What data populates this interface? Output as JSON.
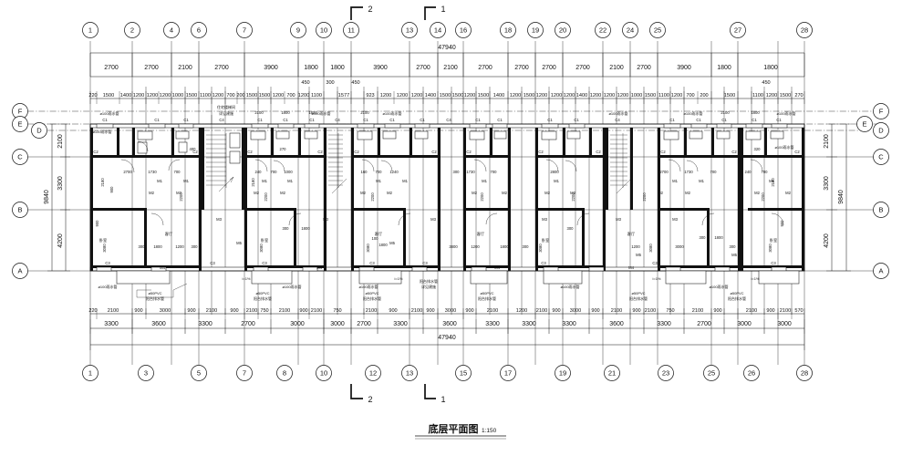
{
  "drawing": {
    "title": "底层平面图",
    "scale": "1:150",
    "overall_length": "47940",
    "overall_depth": "9840"
  },
  "grids": {
    "top_labels": [
      "1",
      "2",
      "4",
      "6",
      "7",
      "9",
      "10",
      "11",
      "13",
      "14",
      "16",
      "18",
      "19",
      "20",
      "22",
      "24",
      "25",
      "27",
      "28"
    ],
    "bottom_labels": [
      "1",
      "3",
      "5",
      "7",
      "8",
      "10",
      "12",
      "13",
      "15",
      "17",
      "19",
      "21",
      "23",
      "25",
      "26",
      "28"
    ],
    "left_labels": [
      "F",
      "E",
      "D",
      "C",
      "B",
      "A"
    ],
    "right_labels": [
      "F",
      "E",
      "D",
      "C",
      "B",
      "A"
    ]
  },
  "dimensions": {
    "top_row_major": [
      "2700",
      "2700",
      "2100",
      "2700",
      "3900",
      "1800",
      "1800",
      "3900",
      "2700",
      "2100",
      "2700",
      "2700",
      "2700",
      "2700",
      "2100",
      "2700",
      "3900",
      "1800"
    ],
    "top_row_offsets": [
      "450",
      "300",
      "450",
      "450"
    ],
    "top_row_detail": [
      "220",
      "1500",
      "1400",
      "1200",
      "1200",
      "1200",
      "1000",
      "1500",
      "1100",
      "1200",
      "700",
      "200",
      "1500",
      "1500",
      "1200",
      "700",
      "1200",
      "1100",
      "1577",
      "923",
      "1200",
      "1200",
      "1200",
      "1400",
      "1500",
      "1500",
      "1200",
      "1500",
      "1400",
      "1200",
      "1200",
      "1200",
      "1000",
      "1500",
      "1100",
      "1200",
      "700",
      "200",
      "1500",
      "270"
    ],
    "bottom_row_detail": [
      "220",
      "2100",
      "900",
      "3000",
      "900",
      "2100",
      "900",
      "2100",
      "750",
      "2100",
      "900",
      "2100",
      "750",
      "2100",
      "900",
      "2100",
      "900",
      "3000",
      "900",
      "2100",
      "1200",
      "2100",
      "900",
      "3000",
      "900",
      "2100",
      "900",
      "2100",
      "750",
      "2100",
      "570"
    ],
    "bottom_row_major": [
      "3300",
      "3600",
      "3300",
      "2700",
      "3000",
      "3600",
      "3300",
      "3300",
      "3600",
      "3300",
      "3300",
      "2700",
      "3000"
    ],
    "left_col": [
      "2100",
      "3300",
      "4200"
    ],
    "left_total": "9840",
    "right_col": [
      "2100",
      "3300",
      "4200"
    ],
    "right_total": "9840",
    "interior_samples": [
      "2180",
      "2700",
      "1730",
      "700",
      "2400",
      "2200",
      "900",
      "3080",
      "1800",
      "1200",
      "300",
      "300",
      "270",
      "320",
      "1500",
      "100",
      "2100",
      "1800",
      "1577"
    ]
  },
  "annotations": {
    "window_tags": [
      "C1",
      "C2",
      "C3",
      "C4"
    ],
    "door_tags": [
      "M1",
      "M2",
      "M3",
      "M4",
      "M5"
    ],
    "pipe_note": "ø50PVC",
    "pipe_note_sub": "阳台排水管",
    "drain_note": "ø100雨水管",
    "balcony_note": "阳台排水管",
    "detail_note_1": "住宅楼梯间",
    "detail_note_2": "详见建施",
    "room_labels": [
      "卧室",
      "客厅",
      "厨房",
      "卫生间",
      "阳台",
      "餐厅"
    ],
    "slope_note": "i=1%"
  },
  "sections": {
    "top_markers": [
      "2",
      "1"
    ],
    "bottom_markers": [
      "2",
      "1"
    ]
  },
  "colors": {
    "line": "#111111",
    "paper": "#ffffff",
    "wall_fill": "#111111"
  }
}
